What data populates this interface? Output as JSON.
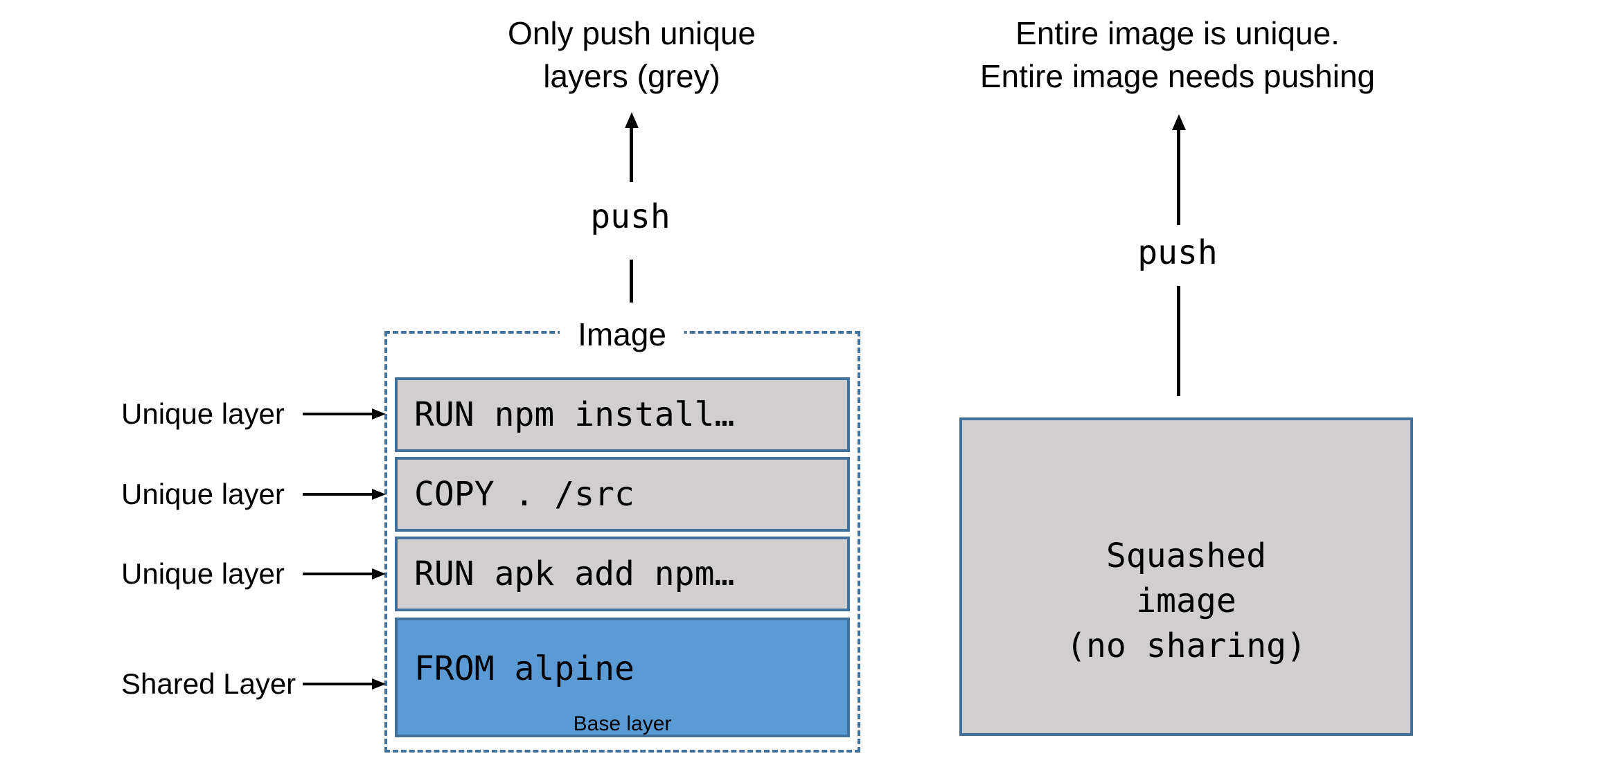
{
  "colors": {
    "layer_grey_fill": "#d0cece",
    "shared_layer_blue_fill": "#5b9bd5",
    "box_border_blue": "#41719c",
    "arrow_black": "#000000",
    "background": "#ffffff"
  },
  "left_diagram": {
    "heading_line1": "Only push unique",
    "heading_line2": "layers (grey)",
    "push_label": "push",
    "image_box_title": "Image",
    "layer_labels": [
      {
        "text": "Unique layer"
      },
      {
        "text": "Unique layer"
      },
      {
        "text": "Unique layer"
      },
      {
        "text": "Shared Layer"
      }
    ],
    "layers": [
      {
        "code": "RUN npm install…"
      },
      {
        "code": "COPY . /src"
      },
      {
        "code": "RUN apk add npm…"
      },
      {
        "code": "FROM alpine",
        "sublabel": "Base layer"
      }
    ]
  },
  "right_diagram": {
    "heading_line1": "Entire image is unique.",
    "heading_line2": "Entire image needs pushing",
    "push_label": "push",
    "squashed_box_line1": "Squashed",
    "squashed_box_line2": "image",
    "squashed_box_line3": "(no sharing)"
  }
}
